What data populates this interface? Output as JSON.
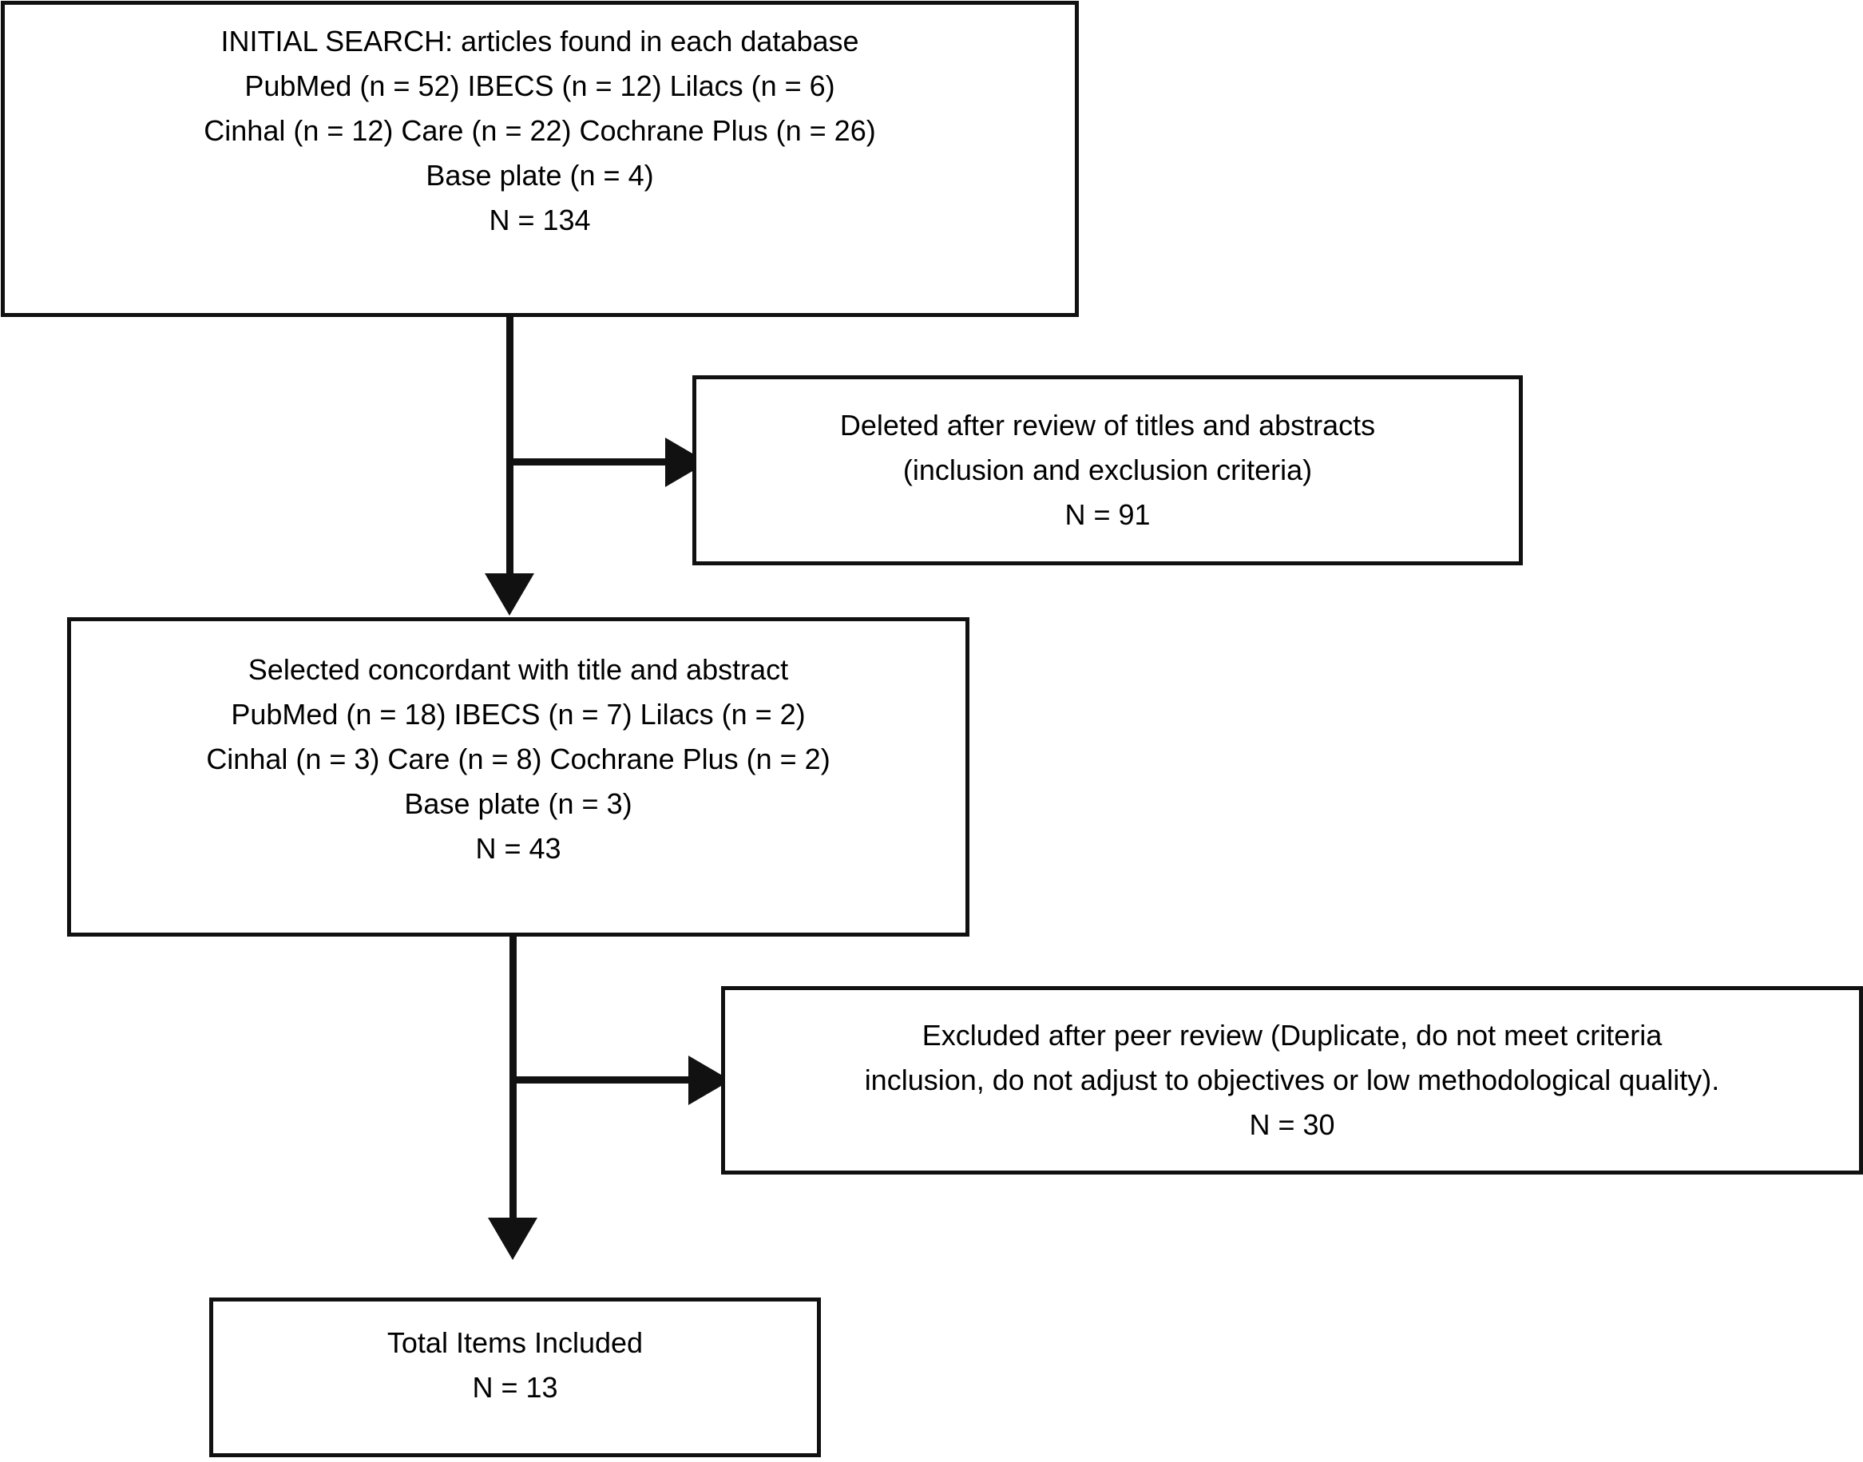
{
  "diagram": {
    "title": "PRISMA-style study selection flow diagram",
    "colors": {
      "stroke": "#111111",
      "background": "#ffffff",
      "text": "#000000"
    },
    "boxes": {
      "initial_search": {
        "name": "INITIAL SEARCH",
        "lines": [
          "INITIAL SEARCH: articles found in each database",
          "PubMed (n = 52) IBECS (n = 12) Lilacs (n = 6)",
          "Cinhal (n = 12) Care (n = 22) Cochrane Plus (n = 26)",
          "Base plate (n = 4)",
          "N = 134"
        ],
        "total": "N = 134",
        "databases": [
          {
            "name": "PubMed",
            "n": 52
          },
          {
            "name": "IBECS",
            "n": 12
          },
          {
            "name": "Lilacs",
            "n": 6
          },
          {
            "name": "Cinhal",
            "n": 12
          },
          {
            "name": "Care",
            "n": 22
          },
          {
            "name": "Cochrane Plus",
            "n": 26
          },
          {
            "name": "Base plate",
            "n": 4
          }
        ]
      },
      "deleted_after_review": {
        "lines": [
          "Deleted after review of titles and abstracts",
          "(inclusion and exclusion criteria)",
          "N = 91"
        ],
        "total": "N = 91"
      },
      "selected_concordant": {
        "lines": [
          "Selected concordant with title and abstract",
          "PubMed (n = 18) IBECS (n = 7) Lilacs (n = 2)",
          "Cinhal (n = 3) Care (n = 8) Cochrane Plus (n = 2)",
          "Base plate (n = 3)",
          "N = 43"
        ],
        "total": "N = 43",
        "databases": [
          {
            "name": "PubMed",
            "n": 18
          },
          {
            "name": "IBECS",
            "n": 7
          },
          {
            "name": "Lilacs",
            "n": 2
          },
          {
            "name": "Cinhal",
            "n": 3
          },
          {
            "name": "Care",
            "n": 8
          },
          {
            "name": "Cochrane Plus",
            "n": 2
          },
          {
            "name": "Base plate",
            "n": 3
          }
        ]
      },
      "excluded_peer_review": {
        "lines": [
          "Excluded after peer review (Duplicate, do not meet criteria",
          "inclusion, do not adjust to objectives or low methodological quality).",
          "N = 30"
        ],
        "total": "N = 30"
      },
      "total_included": {
        "lines": [
          "Total Items Included",
          "N = 13"
        ],
        "total": "N = 13"
      }
    },
    "connectors": [
      {
        "name": "initial-to-selected",
        "from": "initial_search",
        "to": "selected_concordant",
        "marker": "arrow-down-icon"
      },
      {
        "name": "initial-to-deleted",
        "from": "initial_search",
        "to": "deleted_after_review",
        "marker": "arrow-right-icon"
      },
      {
        "name": "selected-to-total",
        "from": "selected_concordant",
        "to": "total_included",
        "marker": "arrow-down-icon"
      },
      {
        "name": "selected-to-excluded",
        "from": "selected_concordant",
        "to": "excluded_peer_review",
        "marker": "arrow-right-icon"
      }
    ]
  }
}
